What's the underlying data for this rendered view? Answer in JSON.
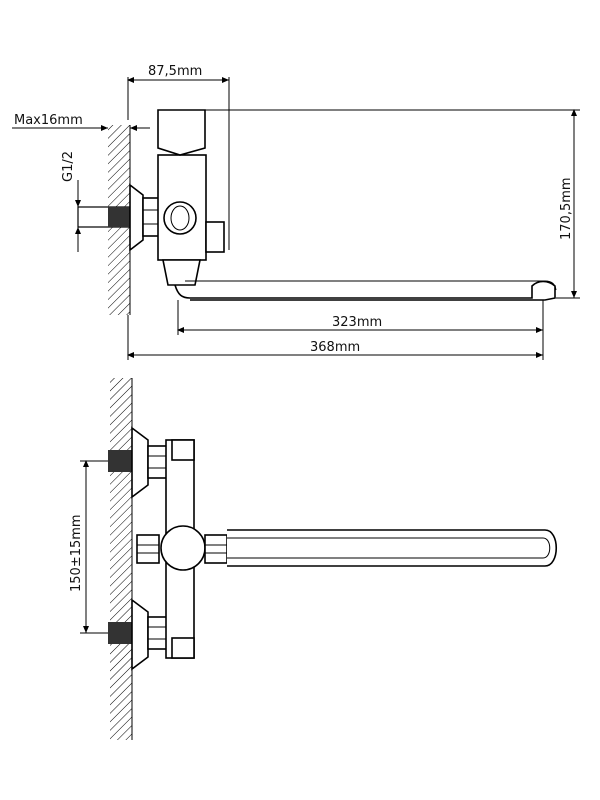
{
  "dimensions": {
    "width_top": "87,5mm",
    "wall_gap": "Max16mm",
    "thread": "G1/2",
    "height": "170,5mm",
    "spout_reach": "323mm",
    "total_length": "368mm",
    "inlet_spacing": "150±15mm"
  }
}
